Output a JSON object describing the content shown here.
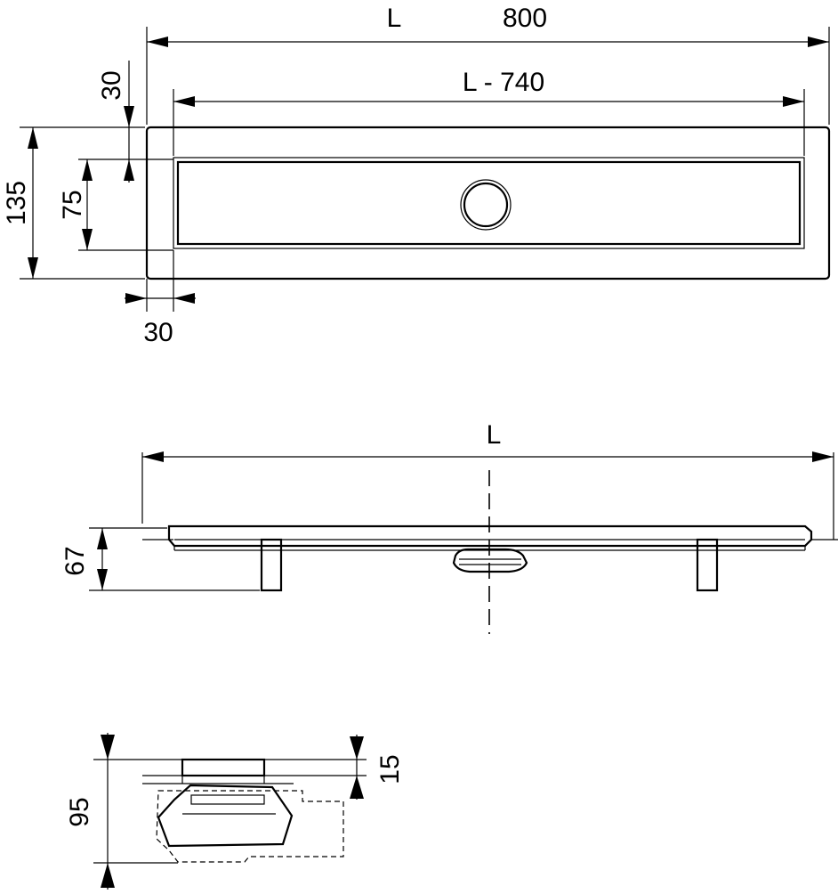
{
  "top_view": {
    "dim_length_label": "L",
    "dim_length_value": "800",
    "dim_inner_label": "L - 740",
    "dim_height_total": "135",
    "dim_height_inner": "75",
    "dim_top_offset": "30",
    "dim_side_offset": "30"
  },
  "front_view": {
    "dim_length_label": "L",
    "dim_height": "67"
  },
  "side_view": {
    "dim_height": "95",
    "dim_top": "15"
  }
}
